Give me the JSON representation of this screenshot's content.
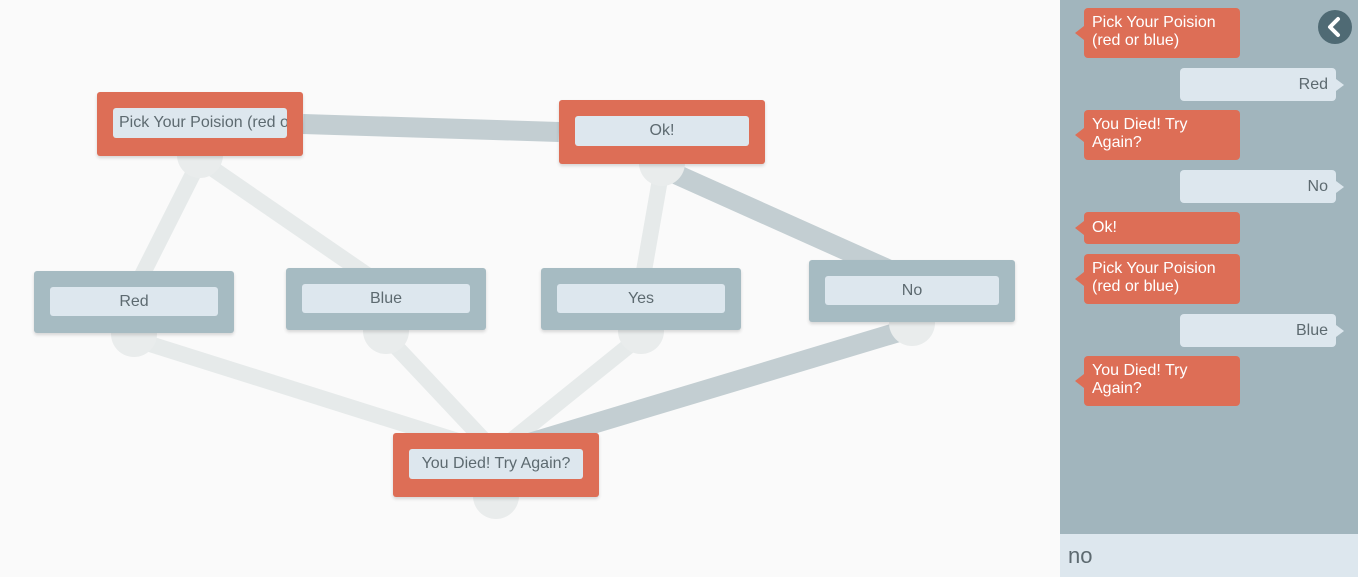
{
  "flow": {
    "nodes": [
      {
        "id": "pick",
        "type": "bot",
        "text": "Pick Your Poision (red or blue)"
      },
      {
        "id": "ok",
        "type": "bot",
        "text": "Ok!"
      },
      {
        "id": "red",
        "type": "user",
        "text": "Red"
      },
      {
        "id": "blue",
        "type": "user",
        "text": "Blue"
      },
      {
        "id": "yes",
        "type": "user",
        "text": "Yes"
      },
      {
        "id": "no",
        "type": "user",
        "text": "No"
      },
      {
        "id": "died",
        "type": "bot",
        "text": "You Died! Try Again?"
      }
    ],
    "edges": [
      {
        "from": "pick",
        "to": "ok",
        "strength": "strong"
      },
      {
        "from": "pick",
        "to": "red",
        "strength": "weak"
      },
      {
        "from": "pick",
        "to": "blue",
        "strength": "weak"
      },
      {
        "from": "ok",
        "to": "yes",
        "strength": "weak"
      },
      {
        "from": "ok",
        "to": "no",
        "strength": "strong"
      },
      {
        "from": "red",
        "to": "died",
        "strength": "weak"
      },
      {
        "from": "blue",
        "to": "died",
        "strength": "weak"
      },
      {
        "from": "yes",
        "to": "died",
        "strength": "weak"
      },
      {
        "from": "no",
        "to": "died",
        "strength": "strong"
      }
    ]
  },
  "chat": {
    "messages": [
      {
        "type": "bot",
        "text": "Pick Your Poision (red or blue)"
      },
      {
        "type": "user",
        "text": "Red"
      },
      {
        "type": "bot",
        "text": "You Died! Try Again?"
      },
      {
        "type": "user",
        "text": "No"
      },
      {
        "type": "bot",
        "text": "Ok!"
      },
      {
        "type": "bot",
        "text": "Pick Your Poision (red or blue)"
      },
      {
        "type": "user",
        "text": "Blue"
      },
      {
        "type": "bot",
        "text": "You Died! Try Again?"
      }
    ],
    "input_value": "no",
    "back_icon": "chevron-left-icon"
  },
  "colors": {
    "bot": "#dd6e56",
    "user": "#a6bbc2",
    "field": "#dde7ee",
    "sidebar": "#a1b5bd",
    "edge_strong": "#c3ced2",
    "edge_weak": "#e6eaea"
  }
}
